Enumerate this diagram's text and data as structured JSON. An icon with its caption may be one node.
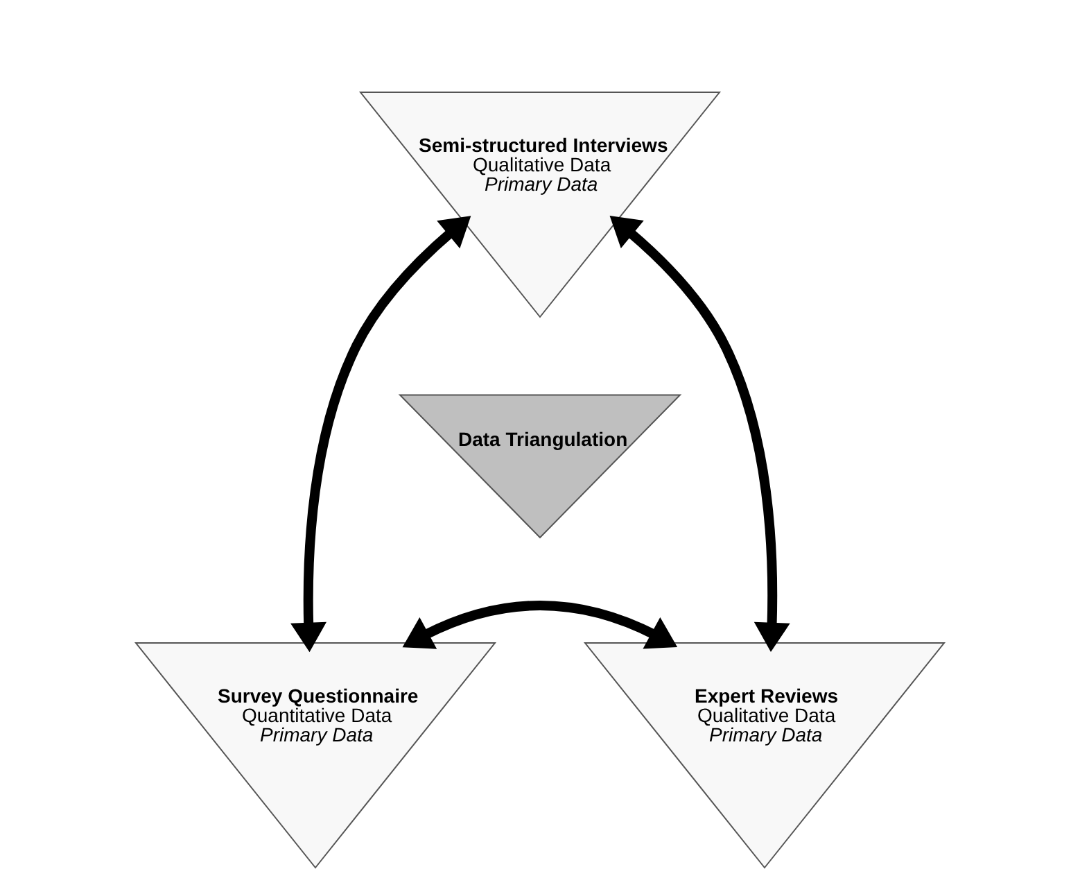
{
  "diagram": {
    "nodes": [
      {
        "text": [
          "Semi-structured Interviews",
          "Qualitative Data",
          "Primary Data"
        ]
      },
      {
        "text": [
          "Data Triangulation"
        ]
      },
      {
        "text": [
          "Survey Questionnaire",
          "Quantitative Data",
          "Primary Data"
        ]
      },
      {
        "text": [
          "Expert Reviews",
          "Qualitative Data",
          "Primary Data"
        ]
      }
    ],
    "edges": [
      {
        "from": 0,
        "to": 2,
        "arrow": "both"
      },
      {
        "from": 0,
        "to": 3,
        "arrow": "both"
      },
      {
        "from": 2,
        "to": 3,
        "arrow": "both"
      }
    ]
  }
}
